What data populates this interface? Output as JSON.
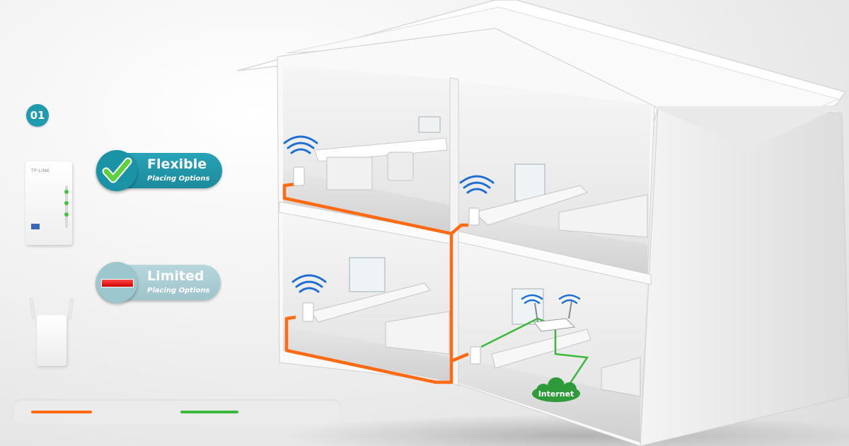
{
  "step": {
    "number": "01"
  },
  "devices": {
    "powerline_brand": "TP-LINK"
  },
  "options": {
    "flexible": {
      "title": "Flexible",
      "subtitle": "Placing Options"
    },
    "limited": {
      "title": "Limited",
      "subtitle": "Placing Options"
    }
  },
  "house": {
    "internet_label": "Internet"
  },
  "colors": {
    "accent": "#1f9bb0",
    "powerline": "#ff6a13",
    "ethernet": "#3db83d",
    "limited_indicator": "#e00000"
  }
}
